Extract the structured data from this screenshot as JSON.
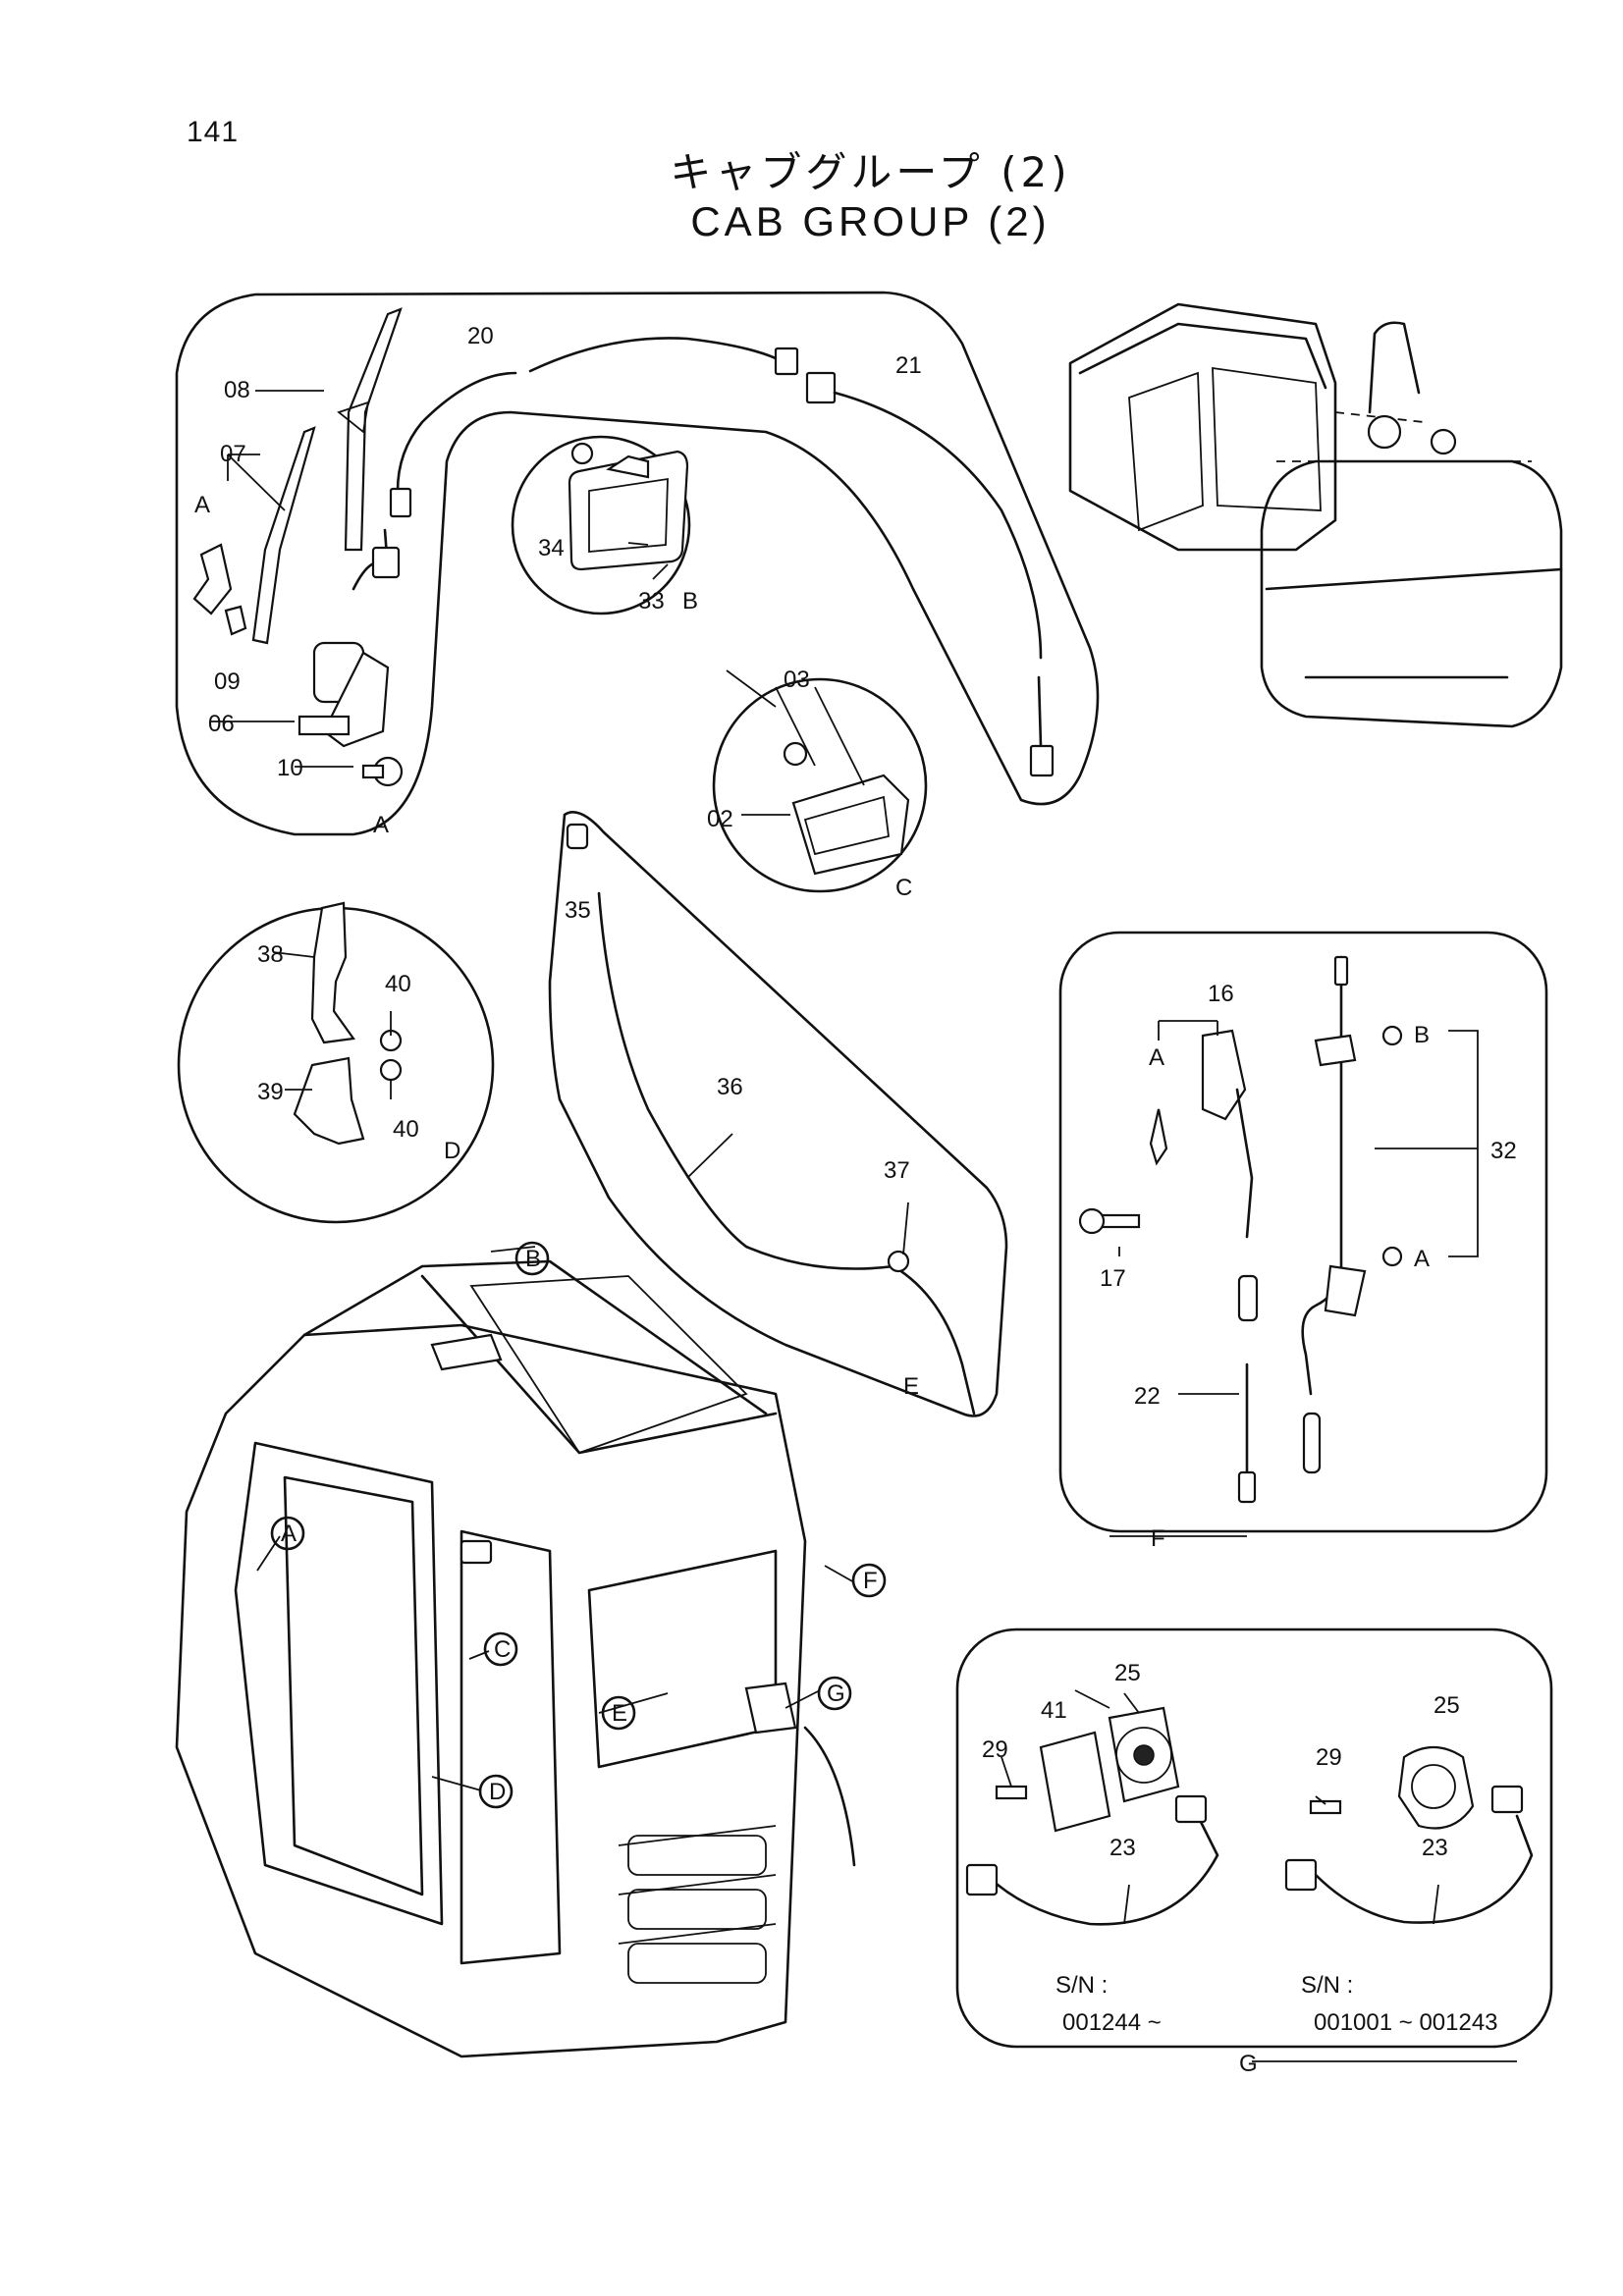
{
  "page_number": "141",
  "title_jp": "キャブグループ (2)",
  "title_en": "CAB GROUP (2)",
  "callouts": {
    "c08": "08",
    "c07": "07",
    "cA1": "A",
    "c09": "09",
    "c06": "06",
    "c10": "10",
    "cA2": "A",
    "c20": "20",
    "c21": "21",
    "c34": "34",
    "c33": "33",
    "cB1": "B",
    "c03": "03",
    "c02": "02",
    "cC1": "C",
    "c35": "35",
    "c36": "36",
    "c37": "37",
    "cE1": "E",
    "c38": "38",
    "c40a": "40",
    "c39": "39",
    "c40b": "40",
    "cD1": "D",
    "c16": "16",
    "cA3": "A",
    "c17": "17",
    "c22": "22",
    "cF1": "F",
    "cB2": "B",
    "c32": "32",
    "cA4": "A",
    "c25a": "25",
    "c41": "41",
    "c29a": "29",
    "c23a": "23",
    "sn1": "S/N :",
    "sn1v": "001244 ~",
    "c25b": "25",
    "c29b": "29",
    "c23b": "23",
    "sn2": "S/N :",
    "sn2v": "001001 ~ 001243",
    "cG1": "G"
  },
  "cab_markers": {
    "mA": "A",
    "mB": "B",
    "mC": "C",
    "mD": "D",
    "mE": "E",
    "mF": "F",
    "mG": "G"
  }
}
